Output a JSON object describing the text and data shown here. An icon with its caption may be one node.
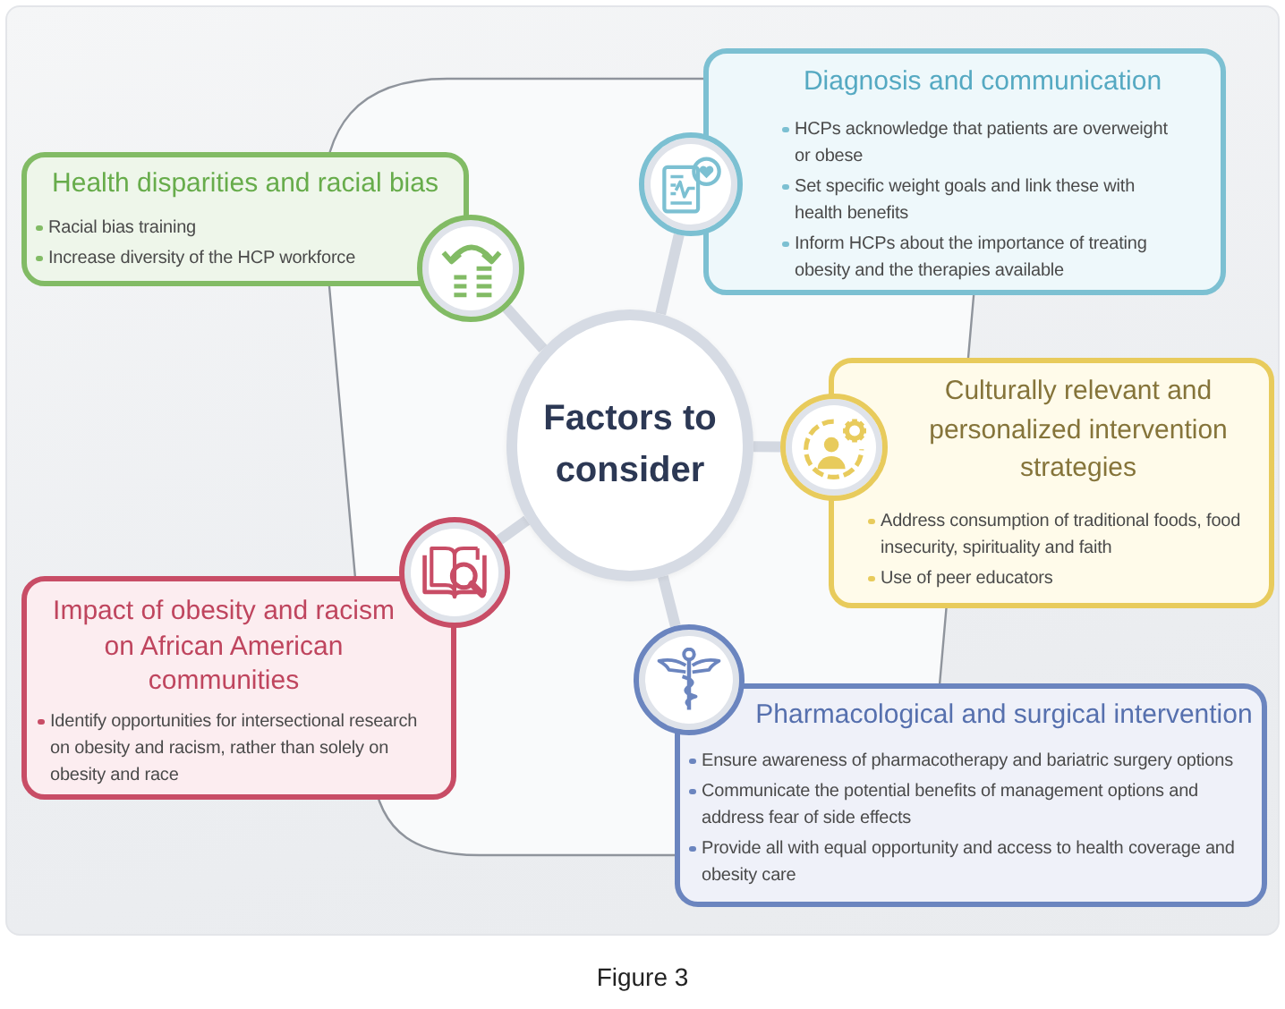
{
  "diagram": {
    "caption": "Figure 3",
    "nodes": [
      {
        "text": [
          "Diagnosis and communication",
          "HCPs acknowledge that patients are overweight or obese",
          "Set specific weight goals and link these with health benefits",
          "Inform HCPs about the importance of treating obesity and the therapies available"
        ]
      },
      {
        "text": [],
        "shape": "circle"
      },
      {
        "text": [
          "Health disparities and racial bias",
          "Racial bias training",
          "Increase diversity of the HCP workforce"
        ]
      },
      {
        "text": [],
        "shape": "circle"
      },
      {
        "text": [
          "Factors to consider"
        ]
      },
      {
        "text": [
          "Culturally relevant and personalized intervention strategies",
          "Address consumption of traditional foods, food insecurity, spirituality and faith",
          "Use of peer educators"
        ]
      },
      {
        "text": [],
        "shape": "circle"
      },
      {
        "text": [
          "Impact of obesity and racism on African American communities",
          "Identify opportunities for intersectional research on obesity and racism, rather than solely on obesity and race"
        ]
      },
      {
        "text": [],
        "shape": "circle"
      },
      {
        "text": [
          "Pharmacological and surgical intervention",
          "Ensure awareness of pharmacotherapy and bariatric surgery options",
          "Communicate the potential benefits of management options and address fear of side effects",
          "Provide all with equal opportunity and access to health coverage and obesity care"
        ]
      },
      {
        "text": [],
        "shape": "circle"
      }
    ],
    "edges": [
      {
        "from": 4,
        "to": 1,
        "arrow": "none"
      },
      {
        "from": 4,
        "to": 3,
        "arrow": "none"
      },
      {
        "from": 4,
        "to": 6,
        "arrow": "none"
      },
      {
        "from": 4,
        "to": 8,
        "arrow": "none"
      },
      {
        "from": 4,
        "to": 10,
        "arrow": "none"
      }
    ]
  }
}
